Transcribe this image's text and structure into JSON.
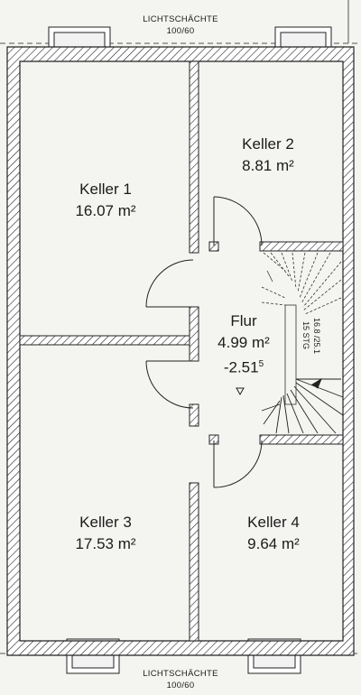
{
  "top_light_well": {
    "label": "LICHTSCHÄCHTE",
    "size": "100/60"
  },
  "bottom_light_well": {
    "label": "LICHTSCHÄCHTE",
    "size": "100/60"
  },
  "rooms": [
    {
      "name": "Keller 1",
      "area": "16.07 m²"
    },
    {
      "name": "Keller 2",
      "area": "8.81 m²"
    },
    {
      "name": "Keller 3",
      "area": "17.53 m²"
    },
    {
      "name": "Keller 4",
      "area": "9.64 m²"
    }
  ],
  "hall": {
    "name": "Flur",
    "area": "4.99 m²",
    "level": "-2.51",
    "level_sup": "5"
  },
  "stair": {
    "steps": "15 STG",
    "ratio": "16.8 /25.1"
  }
}
